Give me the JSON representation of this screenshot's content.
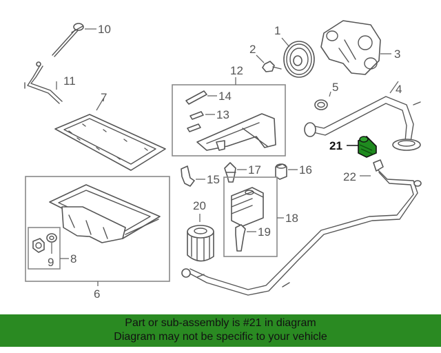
{
  "callouts": {
    "c1": "1",
    "c2": "2",
    "c3": "3",
    "c4": "4",
    "c5": "5",
    "c6": "6",
    "c7": "7",
    "c8": "8",
    "c9": "9",
    "c10": "10",
    "c11": "11",
    "c12": "12",
    "c13": "13",
    "c14": "14",
    "c15": "15",
    "c16": "16",
    "c17": "17",
    "c18": "18",
    "c19": "19",
    "c20": "20",
    "c21": "21",
    "c22": "22"
  },
  "highlight": {
    "part": "21",
    "color": "#1f8a1f"
  },
  "colors": {
    "banner_bg": "#2a8a22",
    "line": "#555555",
    "box": "#888888"
  },
  "banner": {
    "line1": "Part or sub-assembly is #21 in diagram",
    "line2": "Diagram may not be specific to your vehicle"
  }
}
